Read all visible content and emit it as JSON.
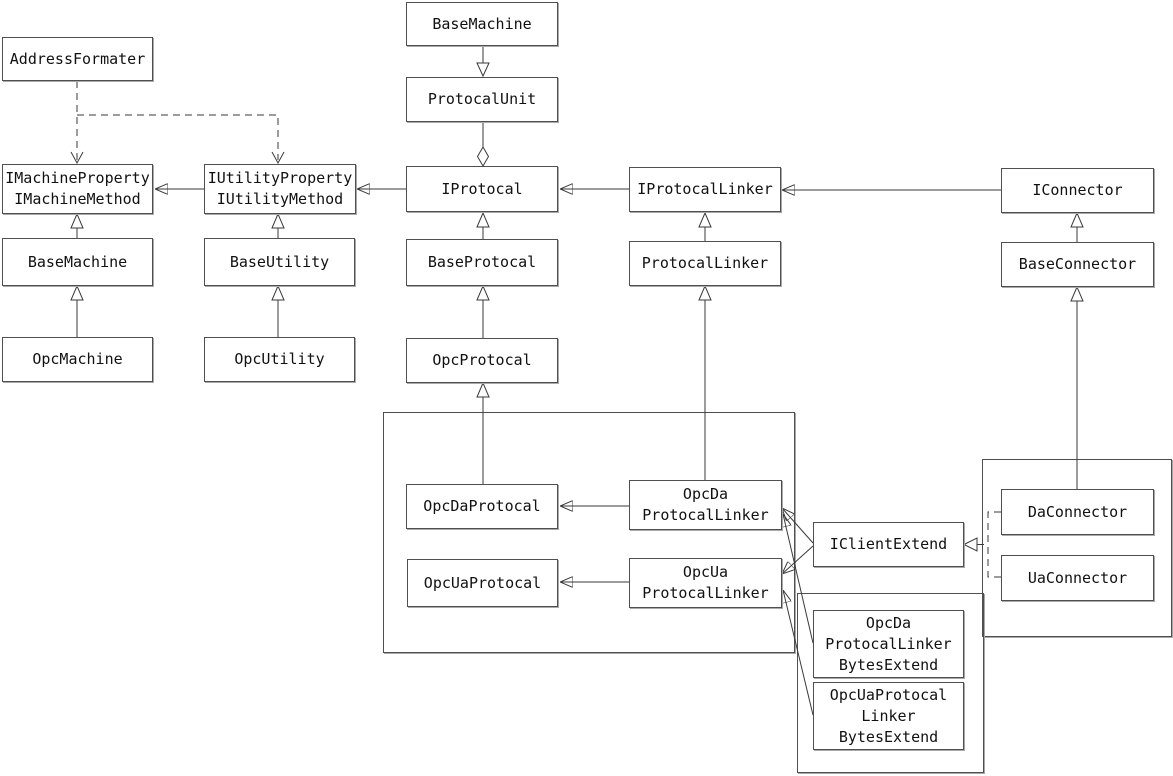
{
  "diagram": {
    "type": "uml-class-diagram",
    "nodes": {
      "addressFormater": {
        "label": "AddressFormater"
      },
      "baseMachineTop": {
        "label": "BaseMachine"
      },
      "protocalUnit": {
        "label": "ProtocalUnit"
      },
      "iMachine": {
        "label": "IMachineProperty\nIMachineMethod"
      },
      "iUtility": {
        "label": "IUtilityProperty\nIUtilityMethod"
      },
      "iProtocal": {
        "label": "IProtocal"
      },
      "iProtocalLinker": {
        "label": "IProtocalLinker"
      },
      "iConnector": {
        "label": "IConnector"
      },
      "baseMachine": {
        "label": "BaseMachine"
      },
      "baseUtility": {
        "label": "BaseUtility"
      },
      "baseProtocal": {
        "label": "BaseProtocal"
      },
      "protocalLinker": {
        "label": "ProtocalLinker"
      },
      "baseConnector": {
        "label": "BaseConnector"
      },
      "opcMachine": {
        "label": "OpcMachine"
      },
      "opcUtility": {
        "label": "OpcUtility"
      },
      "opcProtocal": {
        "label": "OpcProtocal"
      },
      "opcDaProtocal": {
        "label": "OpcDaProtocal"
      },
      "opcDaProtocalLinker": {
        "label": "OpcDa\nProtocalLinker"
      },
      "opcUaProtocal": {
        "label": "OpcUaProtocal"
      },
      "opcUaProtocalLinker": {
        "label": "OpcUa\nProtocalLinker"
      },
      "iClientExtend": {
        "label": "IClientExtend"
      },
      "daConnector": {
        "label": "DaConnector"
      },
      "uaConnector": {
        "label": "UaConnector"
      },
      "opcDaLinkerBytesExtend": {
        "label": "OpcDa\nProtocalLinker\nBytesExtend"
      },
      "opcUaLinkerBytesExtend": {
        "label": "OpcUaProtocal\nLinker\nBytesExtend"
      }
    },
    "relationships": [
      {
        "from": "BaseMachine (top)",
        "to": "ProtocalUnit",
        "type": "generalization"
      },
      {
        "from": "ProtocalUnit",
        "to": "IProtocal",
        "type": "aggregation"
      },
      {
        "from": "IProtocal",
        "to": "IUtilityProperty/IUtilityMethod",
        "type": "association"
      },
      {
        "from": "IUtilityProperty/IUtilityMethod",
        "to": "IMachineProperty/IMachineMethod",
        "type": "association"
      },
      {
        "from": "IProtocalLinker",
        "to": "IProtocal",
        "type": "association"
      },
      {
        "from": "IConnector",
        "to": "IProtocalLinker",
        "type": "association"
      },
      {
        "from": "AddressFormater",
        "to": "IMachineProperty/IMachineMethod",
        "type": "dependency"
      },
      {
        "from": "AddressFormater",
        "to": "IUtilityProperty/IUtilityMethod",
        "type": "dependency"
      },
      {
        "from": "BaseMachine",
        "to": "IMachineProperty/IMachineMethod",
        "type": "generalization"
      },
      {
        "from": "OpcMachine",
        "to": "BaseMachine",
        "type": "generalization"
      },
      {
        "from": "BaseUtility",
        "to": "IUtilityProperty/IUtilityMethod",
        "type": "generalization"
      },
      {
        "from": "OpcUtility",
        "to": "BaseUtility",
        "type": "generalization"
      },
      {
        "from": "BaseProtocal",
        "to": "IProtocal",
        "type": "generalization"
      },
      {
        "from": "OpcProtocal",
        "to": "BaseProtocal",
        "type": "generalization"
      },
      {
        "from": "OpcDaProtocal",
        "to": "OpcProtocal",
        "type": "generalization"
      },
      {
        "from": "ProtocalLinker",
        "to": "IProtocalLinker",
        "type": "generalization"
      },
      {
        "from": "OpcDaProtocalLinker",
        "to": "ProtocalLinker",
        "type": "generalization"
      },
      {
        "from": "BaseConnector",
        "to": "IConnector",
        "type": "generalization"
      },
      {
        "from": "DaConnector",
        "to": "BaseConnector",
        "type": "generalization"
      },
      {
        "from": "OpcDaProtocalLinker",
        "to": "OpcDaProtocal",
        "type": "association"
      },
      {
        "from": "OpcUaProtocalLinker",
        "to": "OpcUaProtocal",
        "type": "association"
      },
      {
        "from": "IClientExtend",
        "to": "OpcDaProtocalLinker",
        "type": "association"
      },
      {
        "from": "IClientExtend",
        "to": "OpcUaProtocalLinker",
        "type": "association"
      },
      {
        "from": "OpcDaProtocalLinkerBytesExtend",
        "to": "OpcDaProtocalLinker",
        "type": "association"
      },
      {
        "from": "OpcUaProtocalLinkerBytesExtend",
        "to": "OpcUaProtocalLinker",
        "type": "association"
      },
      {
        "from": "DaConnector",
        "to": "IClientExtend",
        "type": "realization"
      },
      {
        "from": "UaConnector",
        "to": "IClientExtend",
        "type": "realization"
      }
    ],
    "colors": {
      "background": "#ffffff",
      "line": "#3a3a3a",
      "boxBorder": "#4f4f4f",
      "boxFill": "#ffffff",
      "text": "#111111"
    }
  }
}
